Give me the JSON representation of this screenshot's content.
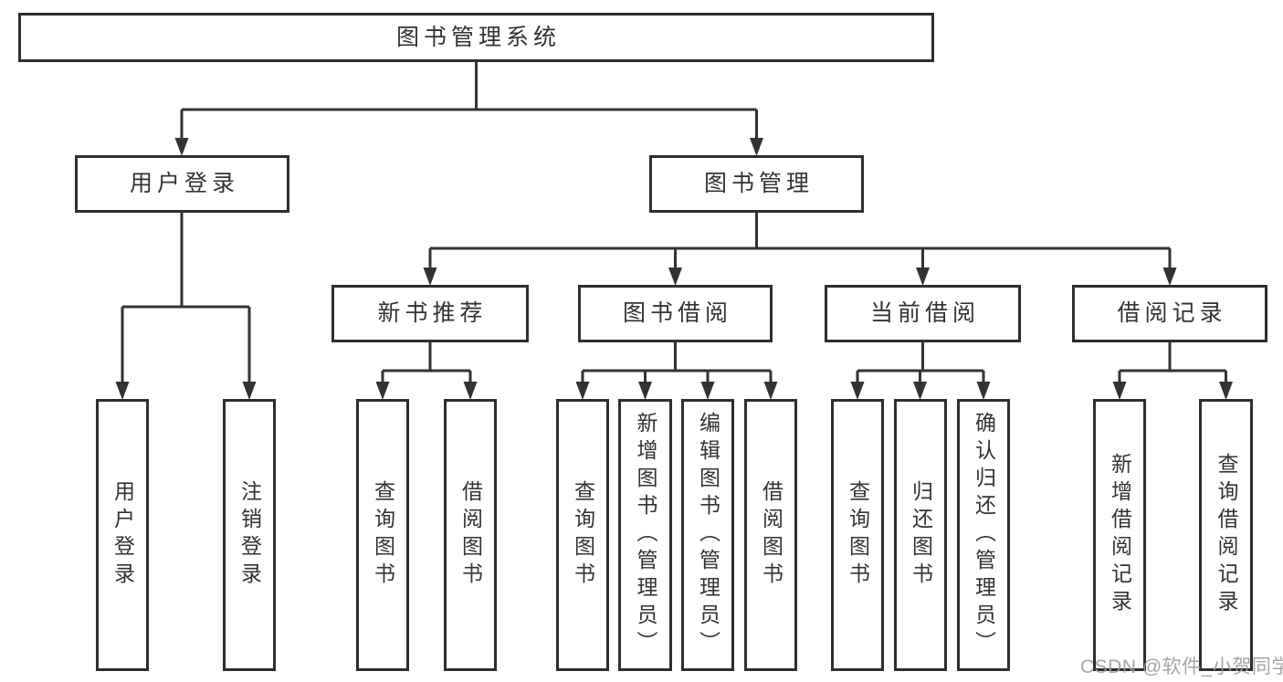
{
  "diagram": {
    "title": "图书管理系统",
    "tree": {
      "label": "图书管理系统",
      "children": [
        {
          "label": "用户登录",
          "children": [
            {
              "label": "用户登录"
            },
            {
              "label": "注销登录"
            }
          ]
        },
        {
          "label": "图书管理",
          "children": [
            {
              "label": "新书推荐",
              "children": [
                {
                  "label": "查询图书"
                },
                {
                  "label": "借阅图书"
                }
              ]
            },
            {
              "label": "图书借阅",
              "children": [
                {
                  "label": "查询图书"
                },
                {
                  "label": "新增图书（管理员）"
                },
                {
                  "label": "编辑图书（管理员）"
                },
                {
                  "label": "借阅图书"
                }
              ]
            },
            {
              "label": "当前借阅",
              "children": [
                {
                  "label": "查询图书"
                },
                {
                  "label": "归还图书"
                },
                {
                  "label": "确认归还（管理员）"
                }
              ]
            },
            {
              "label": "借阅记录",
              "children": [
                {
                  "label": "新增借阅记录"
                },
                {
                  "label": "查询借阅记录"
                }
              ]
            }
          ]
        }
      ]
    }
  },
  "watermark": {
    "text": "CSDN @软件_小贺同学"
  },
  "colors": {
    "line": "#333333",
    "box_border": "#2e2e2e",
    "text": "#333333",
    "watermark_text": "#9e9e9e",
    "background": "#ffffff"
  }
}
